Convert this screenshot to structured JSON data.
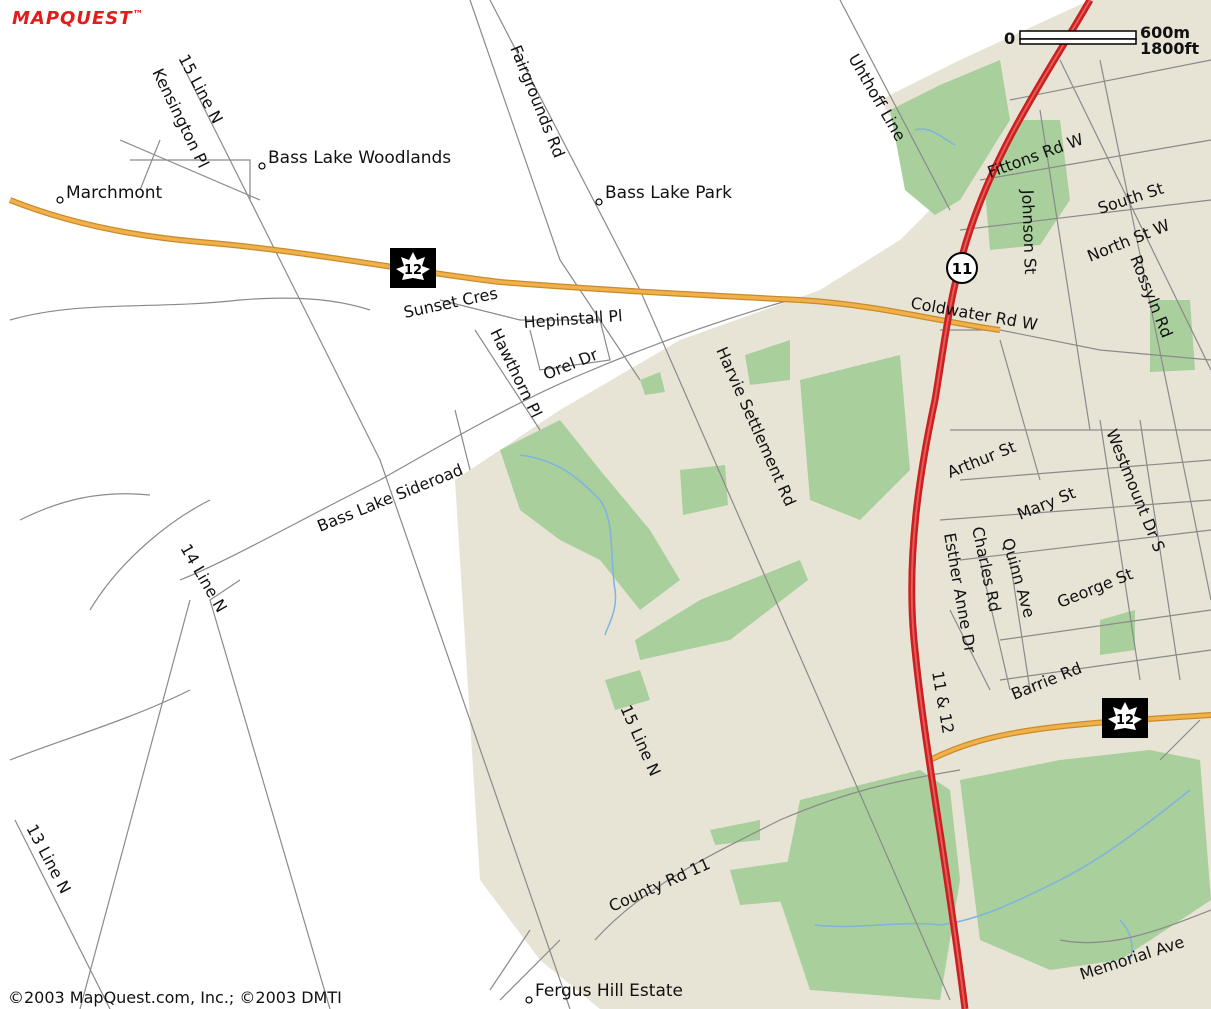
{
  "brand": {
    "logo_text": "MAPQUEST",
    "trademark": "™"
  },
  "scale": {
    "zero": "0",
    "metric": "600m",
    "imperial": "1800ft"
  },
  "copyright": "©2003 MapQuest.com, Inc.; ©2003 DMTI",
  "colors": {
    "highway": "#cc1f1f",
    "arterial": "#e8a33c",
    "park": "#a9cf9c",
    "urban": "#e7e4d6",
    "road": "#8a8a8a",
    "water": "#7fb3e0"
  },
  "shields": {
    "highway_12_a": "12",
    "highway_12_b": "12",
    "highway_11": "11"
  },
  "places": {
    "marchmont": "Marchmont",
    "bass_lake_woodlands": "Bass Lake Woodlands",
    "bass_lake_park": "Bass Lake Park",
    "fergus_hill_estate": "Fergus Hill Estate"
  },
  "roads": {
    "line15_north": "15 Line N",
    "kensington": "Kensington Pl",
    "fairgrounds": "Fairgrounds Rd",
    "uhthoff": "Uhthoff Line",
    "fittons": "Fittons Rd W",
    "johnson": "Johnson St",
    "south": "South St",
    "north": "North St W",
    "rossyln": "Rossyln Rd",
    "coldwater": "Coldwater Rd W",
    "sunset": "Sunset Cres",
    "hepinstall": "Hepinstall Pl",
    "orel": "Orel Dr",
    "hawthorn": "Hawthorn Pl",
    "harvie": "Harvie Settlement Rd",
    "arthur": "Arthur St",
    "westmount": "Westmount Dr S",
    "mary": "Mary St",
    "charles": "Charles Rd",
    "quinn": "Quinn Ave",
    "esther": "Esther Anne Dr",
    "george": "George St",
    "barrie": "Barrie Rd",
    "hwy1112": "11 & 12",
    "bass_lake_sideroad": "Bass Lake Sideroad",
    "line14": "14 Line N",
    "line15_south": "15 Line N",
    "line13": "13 Line N",
    "county11": "County Rd 11",
    "memorial": "Memorial Ave"
  }
}
